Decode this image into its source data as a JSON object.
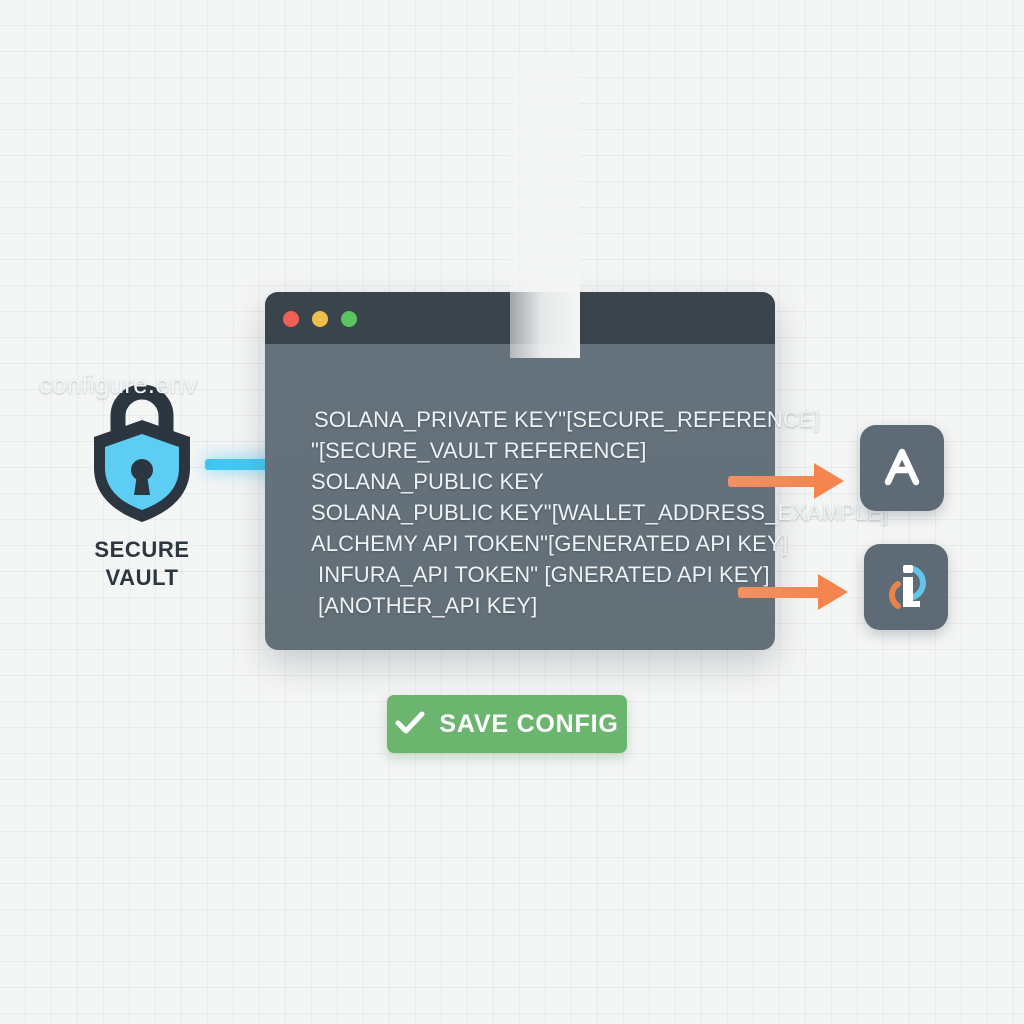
{
  "vault": {
    "icon": "shield-lock-icon",
    "label_line1": "SECURE",
    "label_line2": "VAULT",
    "shield_color": "#5ecdf3",
    "outline_color": "#2c3640"
  },
  "arrows": {
    "vault_to_window": {
      "icon": "arrow-right-icon",
      "color": "#46cdf5"
    },
    "window_to_alchemy": {
      "icon": "arrow-right-icon",
      "color": "#f4854f"
    },
    "window_to_infura": {
      "icon": "arrow-right-icon",
      "color": "#f4854f"
    }
  },
  "window": {
    "titlebar_color": "#3a444c",
    "body_color": "#65727d",
    "traffic_lights": [
      {
        "name": "close",
        "color": "#ee5f56"
      },
      {
        "name": "minimize",
        "color": "#f0be4b"
      },
      {
        "name": "maximize",
        "color": "#5cc45e"
      }
    ],
    "filename": "configure.env",
    "code_lines": [
      "SOLANA_PRIVATE KEY\"[SECURE_REFERENCE]",
      "\"[SECURE_VAULT REFERENCE]",
      "SOLANA_PUBLIC KEY",
      "SOLANA_PUBLIC KEY\"[WALLET_ADDRESS_EXAMPLE]",
      "ALCHEMY API TOKEN\"[GENERATED API KEY]",
      "INFURA_API TOKEN\" [GNERATED API KEY]",
      "[ANOTHER_API KEY]"
    ]
  },
  "providers": [
    {
      "name": "alchemy",
      "icon": "alchemy-logo-icon",
      "tile_color": "#5e6a75"
    },
    {
      "name": "infura",
      "icon": "infura-logo-icon",
      "tile_color": "#5e6a75"
    }
  ],
  "save_button": {
    "label": "SAVE CONFIG",
    "icon": "check-icon",
    "color": "#6bb56e"
  }
}
